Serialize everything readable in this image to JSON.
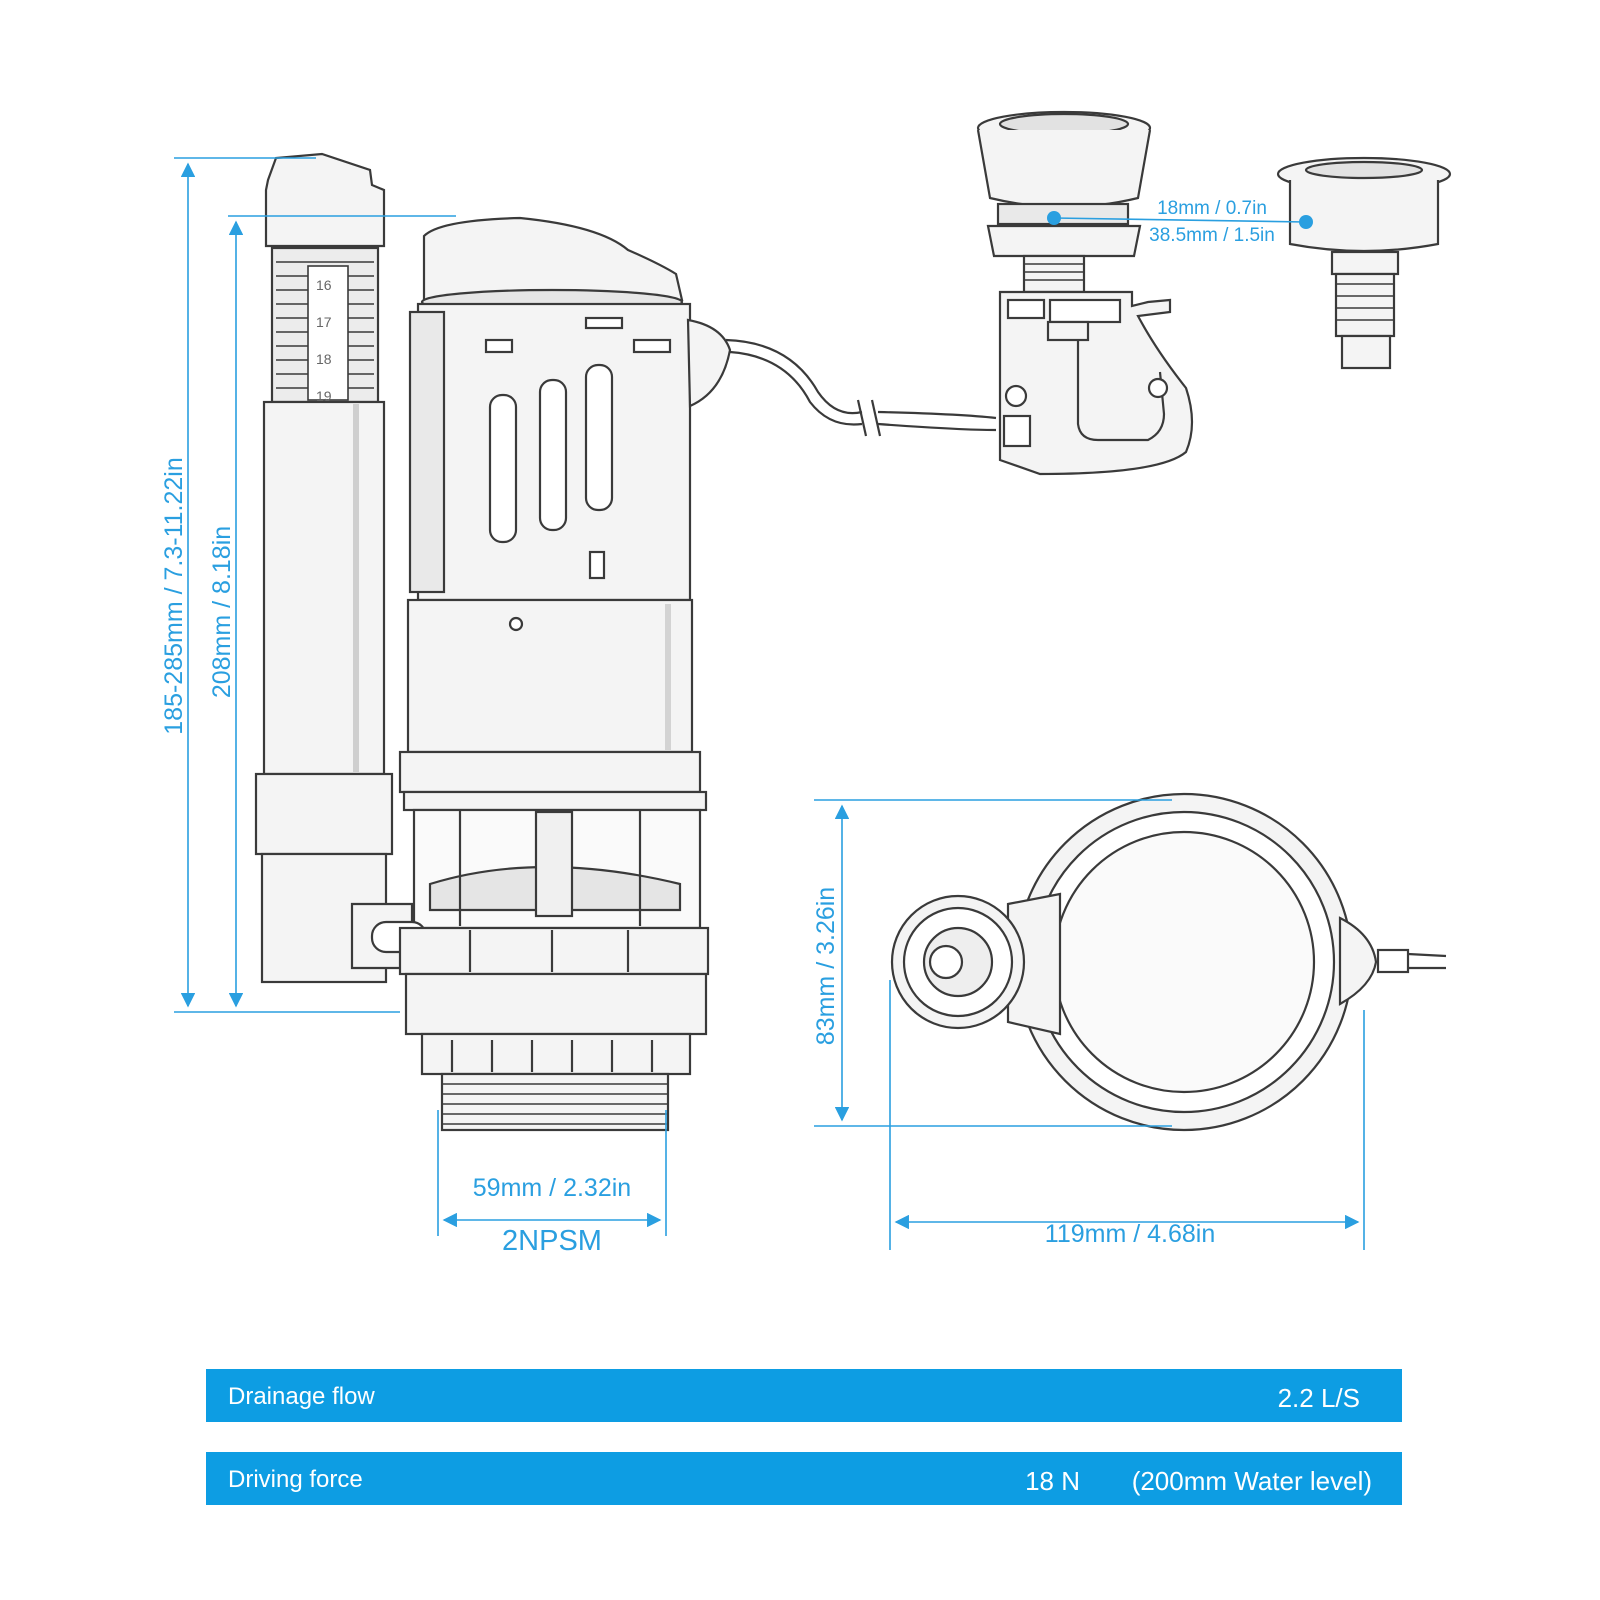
{
  "dimensions": {
    "total_height": "185-285mm / 7.3-11.22in",
    "overflow_height": "208mm / 8.18in",
    "button_small": "18mm / 0.7in",
    "button_large": "38.5mm / 1.5in",
    "thread_width": "59mm / 2.32in",
    "thread_type": "2NPSM",
    "base_height": "83mm / 3.26in",
    "base_width": "119mm / 4.68in"
  },
  "scale_marks": [
    "16",
    "17",
    "18",
    "19"
  ],
  "specs": [
    {
      "label": "Drainage flow",
      "value": "2.2 L/S",
      "note": ""
    },
    {
      "label": "Driving force",
      "value": "18 N",
      "note": "(200mm Water level)"
    }
  ],
  "colors": {
    "accent": "#2a9fe0",
    "bar": "#0d9de3",
    "line": "#3a3a3a",
    "fill": "#f2f2f2"
  }
}
